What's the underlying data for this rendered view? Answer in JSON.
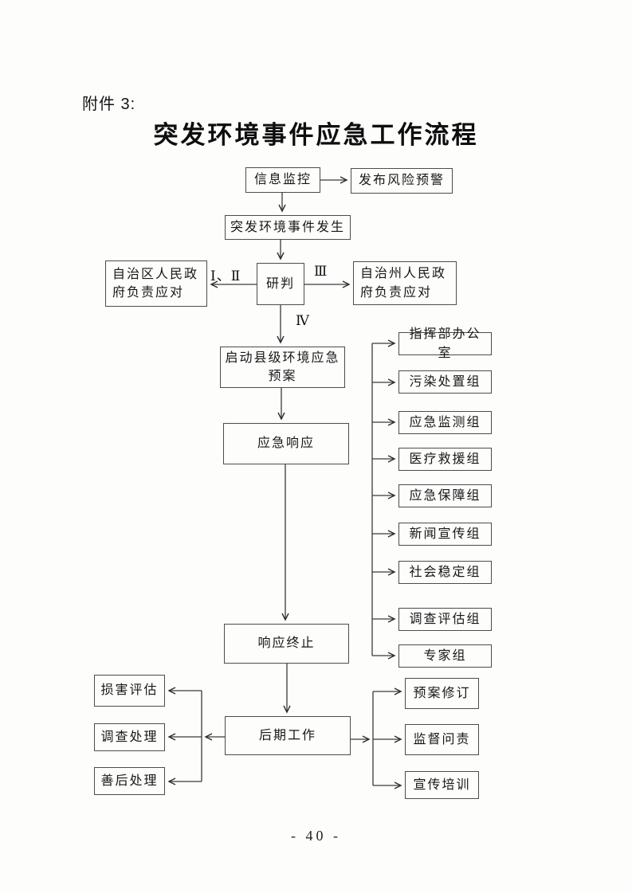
{
  "page": {
    "attachment_label": "附件 3:",
    "title": "突发环境事件应急工作流程",
    "page_number": "- 40 -"
  },
  "flowchart": {
    "nodes": {
      "info_monitor": "信息监控",
      "risk_warning": "发布风险预警",
      "incident": "突发环境事件发生",
      "assess": "研判",
      "region_gov": "自治区人民政府负责应对",
      "prefecture_gov": "自治州人民政府负责应对",
      "launch_plan": "启动县级环境应急预案",
      "response": "应急响应",
      "response_end": "响应终止",
      "later_work": "后期工作",
      "damage_assess": "损害评估",
      "investigate": "调查处理",
      "aftermath": "善后处理",
      "command_office": "指挥部办公室",
      "pollution_group": "污染处置组",
      "monitoring_group": "应急监测组",
      "medical_group": "医疗救援组",
      "support_group": "应急保障组",
      "news_group": "新闻宣传组",
      "stability_group": "社会稳定组",
      "evaluation_group": "调查评估组",
      "expert_group": "专家组",
      "plan_revision": "预案修订",
      "supervision": "监督问责",
      "training": "宣传培训"
    },
    "edge_labels": {
      "level_1_2": "Ⅰ、Ⅱ",
      "level_3": "Ⅲ",
      "level_4": "Ⅳ"
    }
  }
}
